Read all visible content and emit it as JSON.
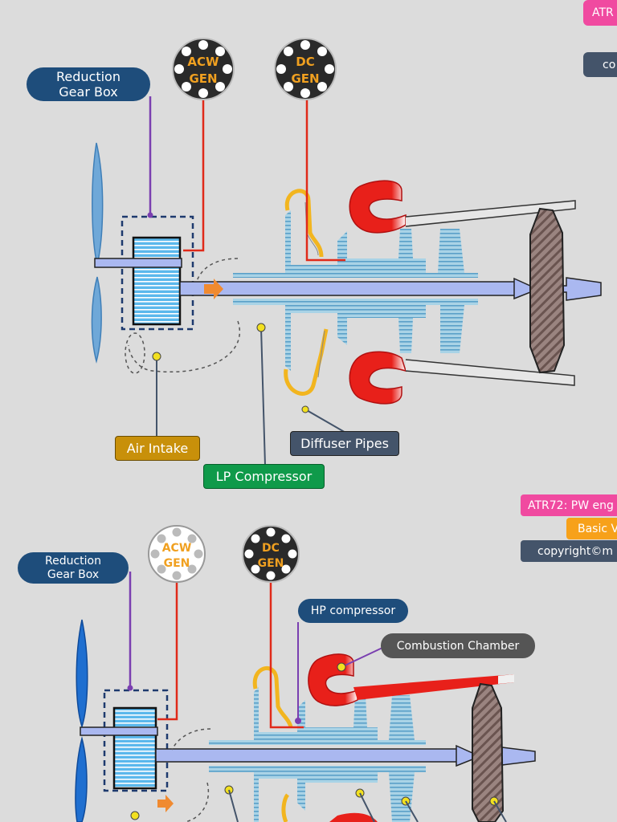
{
  "colors": {
    "background": "#dcdcdc",
    "navy_label": "#1e4d7b",
    "slate_label": "#44546a",
    "gold_label": "#c8900a",
    "green_label": "#0f9a4a",
    "dark_label": "#555555",
    "pink_tag": "#f04aa0",
    "orange_tag": "#f7a11a",
    "compressor_fill": "#a9d3e6",
    "compressor_line": "#5aa0c8",
    "shaft": "#aab8f0",
    "leader_purple": "#7a3fb0",
    "leader_red": "#e02a1a",
    "duct_yellow": "#f2b51f",
    "flame_red": "#e8201a",
    "turbine_brown": "#8a7470"
  },
  "diagram_top": {
    "gen_acw": [
      "ACW",
      "GEN"
    ],
    "gen_dc": [
      "DC",
      "GEN"
    ],
    "reduction_gear_box": [
      "Reduction",
      "Gear Box"
    ],
    "air_intake": "Air Intake",
    "lp_compressor": "LP Compressor",
    "diffuser_pipes": "Diffuser Pipes",
    "side_tag_1": "ATR",
    "side_tag_2": "co"
  },
  "diagram_bottom": {
    "gen_acw": [
      "ACW",
      "GEN"
    ],
    "gen_dc": [
      "DC",
      "GEN"
    ],
    "reduction_gear_box": [
      "Reduction",
      "Gear Box"
    ],
    "hp_compressor": "HP compressor",
    "combustion_chamber": "Combustion Chamber",
    "side_tag_1": "ATR72: PW eng",
    "side_tag_2": "Basic V",
    "side_tag_3": "copyright©m"
  }
}
